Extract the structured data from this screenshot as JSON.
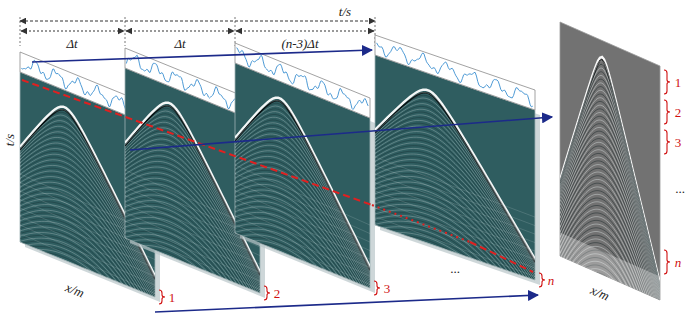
{
  "diagram": {
    "labels": [
      "t/s",
      "Δt",
      "Δt",
      "(n-3)Δt",
      "t/s",
      "x/m",
      "1",
      "2",
      "3",
      "...",
      "n",
      "1",
      "2",
      "3",
      "...",
      "n",
      "x/m"
    ]
  }
}
